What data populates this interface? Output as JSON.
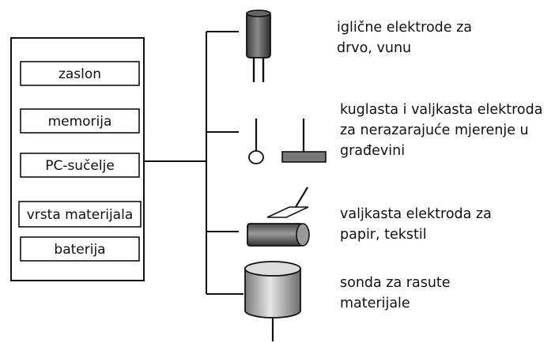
{
  "device": {
    "items": [
      "zaslon",
      "memorija",
      "PC-sučelje",
      "vrsta materijala",
      "baterija"
    ]
  },
  "probes": [
    {
      "icon": "needle-electrode-icon",
      "lines": [
        "igličnE elektrode za",
        "drvo, vunu"
      ]
    },
    {
      "icon": "ball-and-roller-electrode-icon",
      "lines": [
        "kuglasta i valjkasta elektroda",
        "za nerazarajuće mjerenje u",
        "građevini"
      ]
    },
    {
      "icon": "roller-electrode-icon",
      "lines": [
        "valjkasta elektroda za",
        "papir, tekstil"
      ]
    },
    {
      "icon": "bulk-probe-icon",
      "lines": [
        "sonda za rasute",
        "materijale"
      ]
    }
  ],
  "colors": {
    "stroke": "#111111",
    "probe_dark": "#555555",
    "probe_light": "#bdbdbd"
  }
}
